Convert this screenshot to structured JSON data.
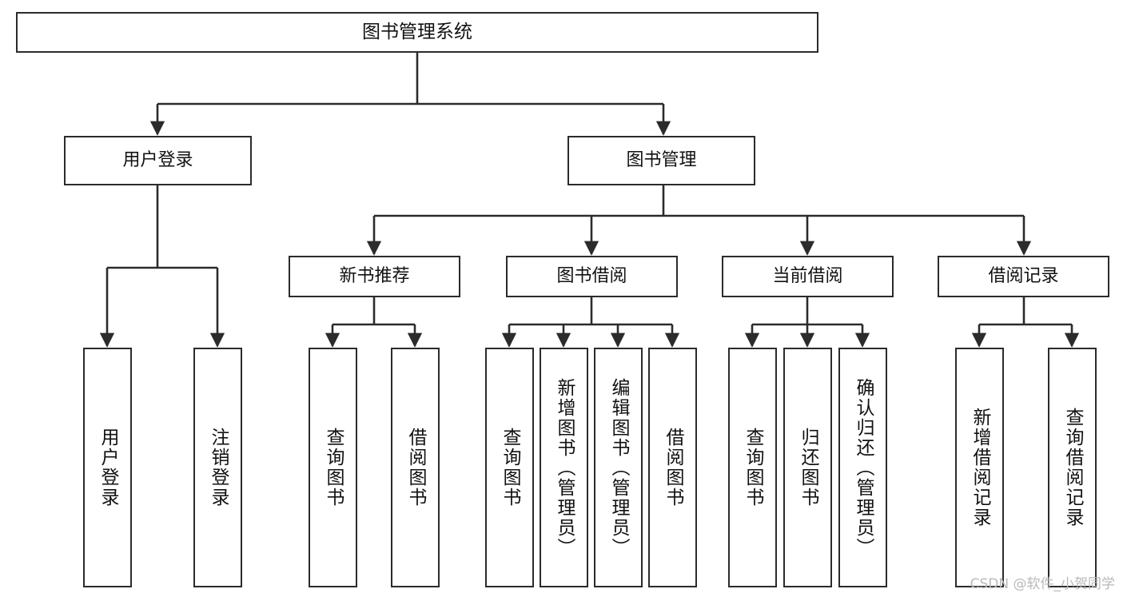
{
  "diagram": {
    "title": "图书管理系统",
    "watermark": "CSDN @软件_小贺同学",
    "colors": {
      "stroke": "#2b2b2b",
      "node_fill": "#ffffff",
      "text": "#111111",
      "watermark": "#b9b9b9",
      "background": "#ffffff"
    },
    "root": {
      "id": "root",
      "label": "图书管理系统"
    },
    "level2": [
      {
        "id": "user-login",
        "label": "用户登录"
      },
      {
        "id": "book-management",
        "label": "图书管理"
      }
    ],
    "level3": [
      {
        "id": "new-book-recommend",
        "label": "新书推荐",
        "parent": "book-management"
      },
      {
        "id": "book-borrow",
        "label": "图书借阅",
        "parent": "book-management"
      },
      {
        "id": "current-borrow",
        "label": "当前借阅",
        "parent": "book-management"
      },
      {
        "id": "borrow-record",
        "label": "借阅记录",
        "parent": "book-management"
      }
    ],
    "leaves": [
      {
        "id": "leaf-user-login",
        "label": "用户登录",
        "parent": "user-login"
      },
      {
        "id": "leaf-logout-login",
        "label": "注销登录",
        "parent": "user-login"
      },
      {
        "id": "leaf-query-book-1",
        "label": "查询图书",
        "parent": "new-book-recommend"
      },
      {
        "id": "leaf-borrow-book-1",
        "label": "借阅图书",
        "parent": "new-book-recommend"
      },
      {
        "id": "leaf-query-book-2",
        "label": "查询图书",
        "parent": "book-borrow"
      },
      {
        "id": "leaf-add-book",
        "label": "新增图书（管理员）",
        "parent": "book-borrow"
      },
      {
        "id": "leaf-edit-book",
        "label": "编辑图书（管理员）",
        "parent": "book-borrow"
      },
      {
        "id": "leaf-borrow-book-2",
        "label": "借阅图书",
        "parent": "book-borrow"
      },
      {
        "id": "leaf-query-book-3",
        "label": "查询图书",
        "parent": "current-borrow"
      },
      {
        "id": "leaf-return-book",
        "label": "归还图书",
        "parent": "current-borrow"
      },
      {
        "id": "leaf-confirm-return",
        "label": "确认归还（管理员）",
        "parent": "current-borrow"
      },
      {
        "id": "leaf-add-record",
        "label": "新增借阅记录",
        "parent": "borrow-record"
      },
      {
        "id": "leaf-query-record",
        "label": "查询借阅记录",
        "parent": "borrow-record"
      }
    ]
  }
}
